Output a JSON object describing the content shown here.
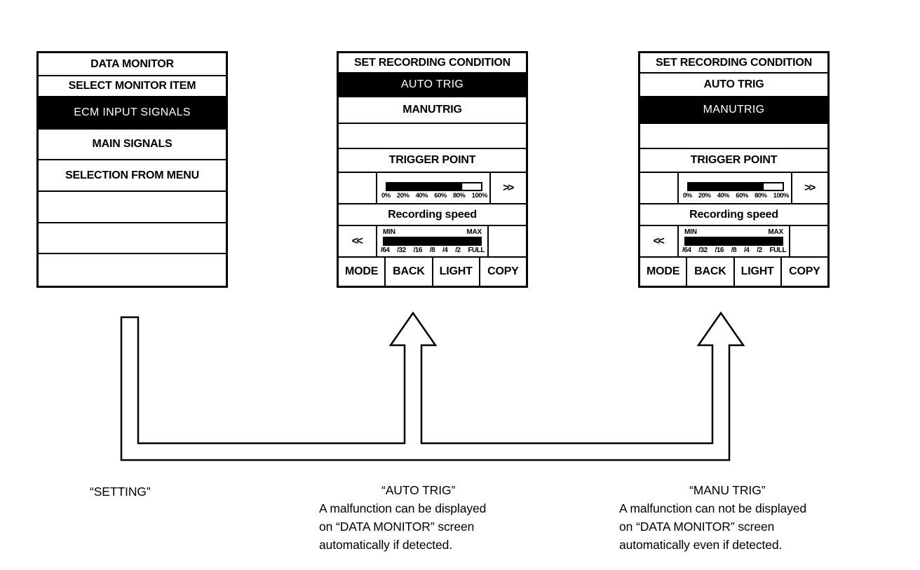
{
  "figure": {
    "background": "#ffffff",
    "ink": "#000000"
  },
  "left_screen": {
    "rows": [
      {
        "label": "DATA MONITOR",
        "selected": false
      },
      {
        "label": "SELECT MONITOR ITEM",
        "selected": false
      },
      {
        "label": "ECM INPUT SIGNALS",
        "selected": true
      },
      {
        "label": "MAIN SIGNALS",
        "selected": false
      },
      {
        "label": "SELECTION FROM MENU",
        "selected": false
      },
      {
        "label": "",
        "selected": false
      },
      {
        "label": "",
        "selected": false
      },
      {
        "label": "",
        "selected": false
      }
    ]
  },
  "recorder_screens": [
    {
      "title": "SET RECORDING CONDITION",
      "options": [
        {
          "label": "AUTO TRIG",
          "selected": true
        },
        {
          "label": "MANUTRIG",
          "selected": false
        }
      ],
      "trigger_point": {
        "label": "TRIGGER POINT",
        "fill_percent": 80,
        "scale": [
          "0%",
          "20%",
          "40%",
          "60%",
          "80%",
          "100%"
        ],
        "advance_key": ">>"
      },
      "recording_speed": {
        "label": "Recording speed",
        "min_label": "MIN",
        "max_label": "MAX",
        "fill_percent": 100,
        "scale": [
          "/64",
          "/32",
          "/16",
          "/8",
          "/4",
          "/2",
          "FULL"
        ],
        "back_key": "<<"
      },
      "function_keys": [
        "MODE",
        "BACK",
        "LIGHT",
        "COPY"
      ]
    },
    {
      "title": "SET RECORDING CONDITION",
      "options": [
        {
          "label": "AUTO TRIG",
          "selected": false
        },
        {
          "label": "MANUTRIG",
          "selected": true
        }
      ],
      "trigger_point": {
        "label": "TRIGGER POINT",
        "fill_percent": 80,
        "scale": [
          "0%",
          "20%",
          "40%",
          "60%",
          "80%",
          "100%"
        ],
        "advance_key": ">>"
      },
      "recording_speed": {
        "label": "Recording speed",
        "min_label": "MIN",
        "max_label": "MAX",
        "fill_percent": 100,
        "scale": [
          "/64",
          "/32",
          "/16",
          "/8",
          "/4",
          "/2",
          "FULL"
        ],
        "back_key": "<<"
      },
      "function_keys": [
        "MODE",
        "BACK",
        "LIGHT",
        "COPY"
      ]
    }
  ],
  "captions": {
    "left": {
      "title": "“SETTING”"
    },
    "middle": {
      "title": "“AUTO TRIG”",
      "lines": [
        "A malfunction can be displayed",
        "on “DATA MONITOR” screen",
        "automatically if detected."
      ]
    },
    "right": {
      "title": "“MANU TRIG”",
      "lines": [
        "A malfunction can not be displayed",
        "on “DATA MONITOR” screen",
        "automatically even if detected."
      ]
    }
  }
}
